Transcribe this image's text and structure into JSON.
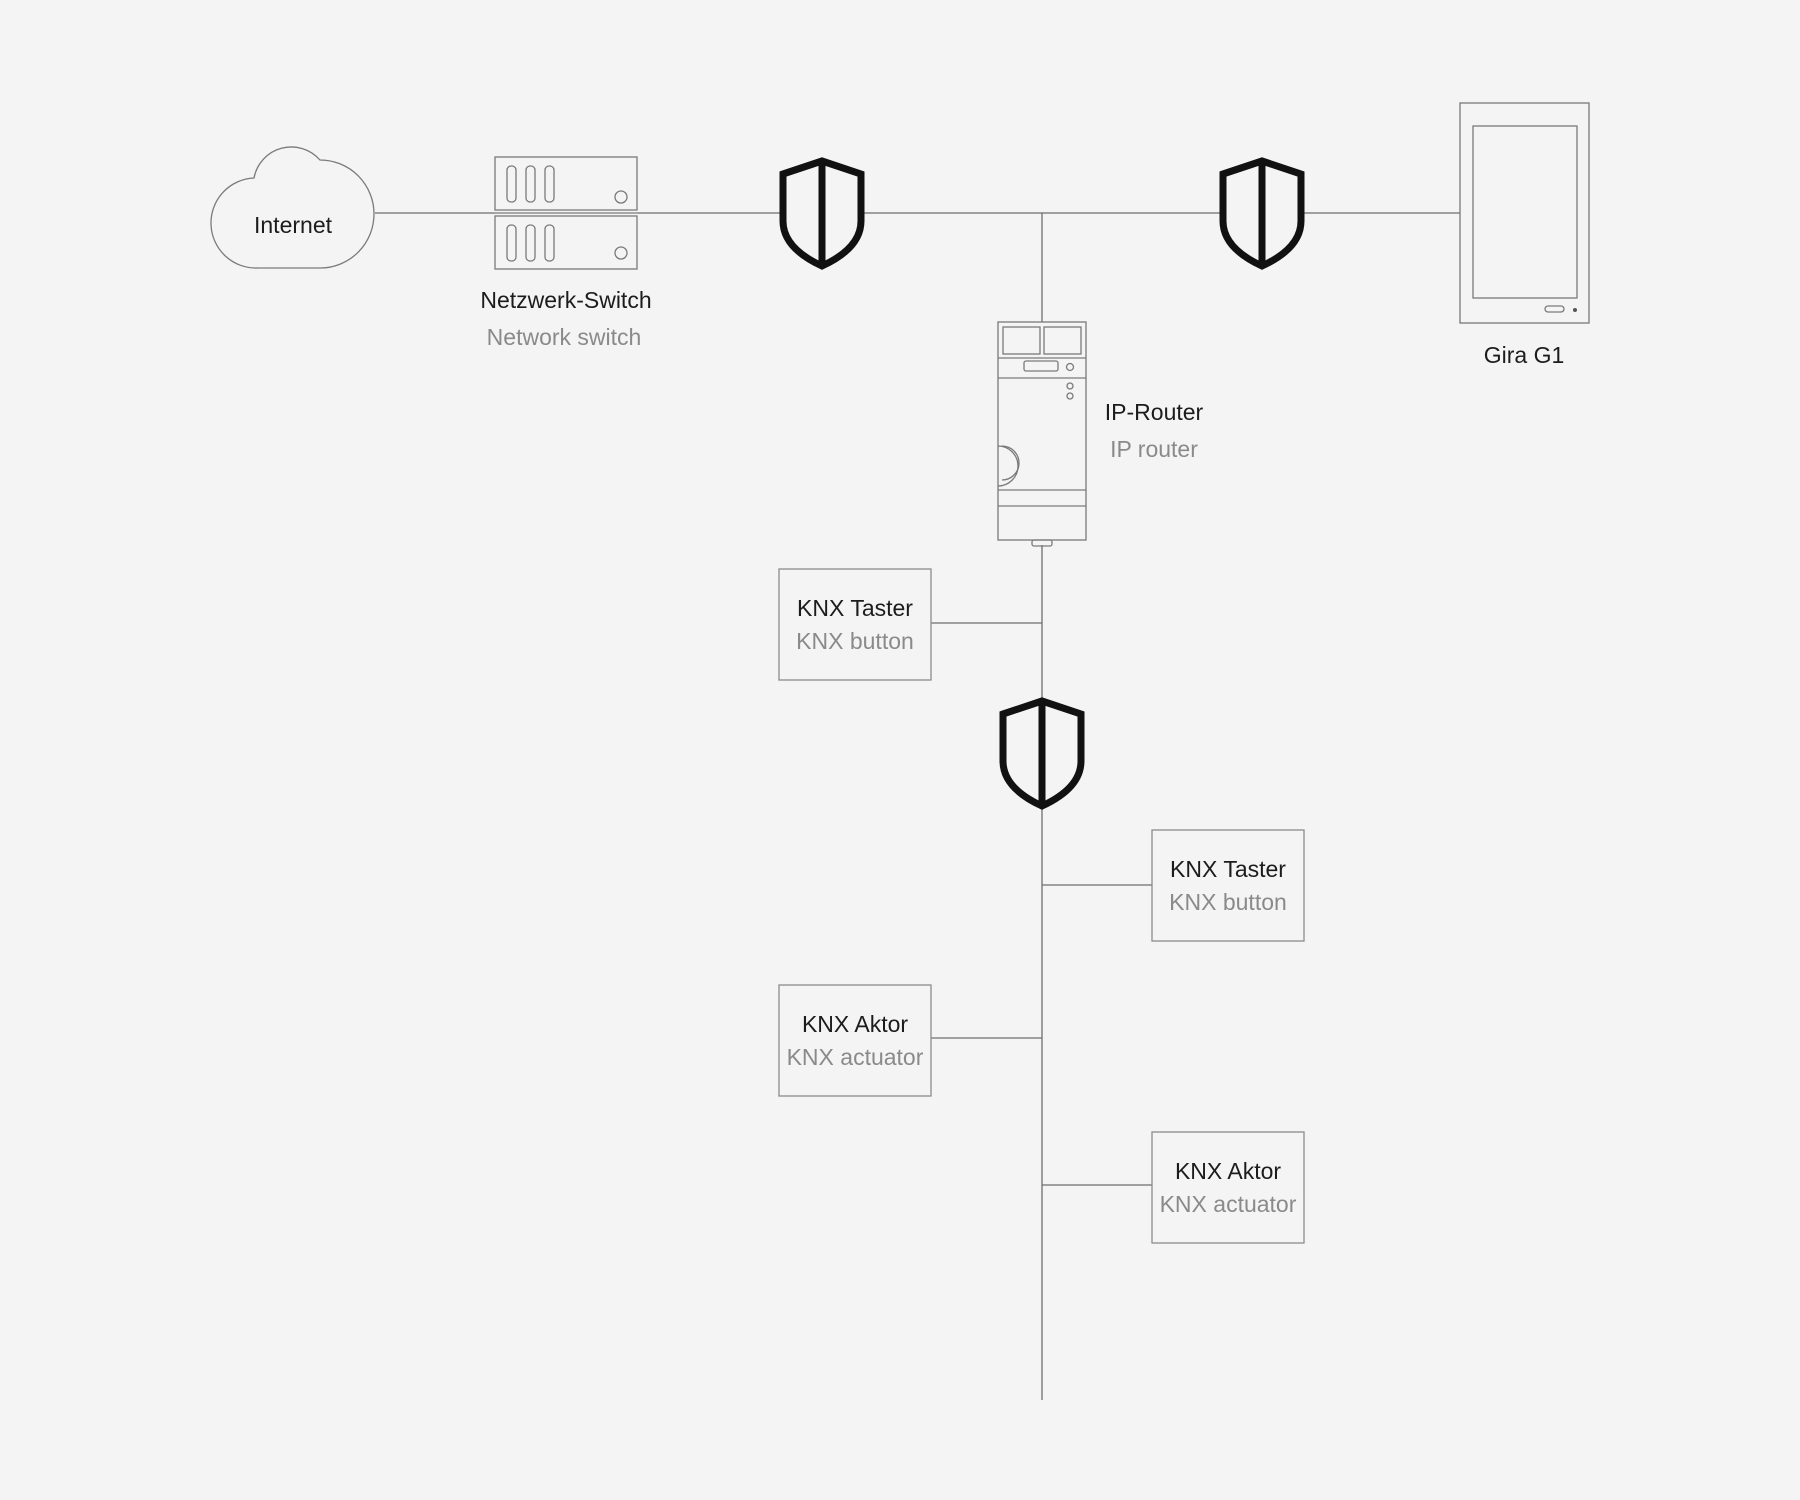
{
  "nodes": {
    "internet": {
      "label": "Internet"
    },
    "network_switch": {
      "label": "Netzwerk-Switch",
      "sublabel": "Network switch"
    },
    "gira_g1": {
      "label": "Gira G1"
    },
    "ip_router": {
      "label": "IP-Router",
      "sublabel": "IP router"
    },
    "knx_button_1": {
      "label": "KNX Taster",
      "sublabel": "KNX button"
    },
    "knx_button_2": {
      "label": "KNX Taster",
      "sublabel": "KNX button"
    },
    "knx_actuator_1": {
      "label": "KNX Aktor",
      "sublabel": "KNX actuator"
    },
    "knx_actuator_2": {
      "label": "KNX Aktor",
      "sublabel": "KNX actuator"
    }
  },
  "icons": {
    "shield": "shield-icon",
    "cloud": "cloud-icon",
    "switch": "server-rack-icon",
    "router": "din-rail-router-icon",
    "tablet": "tablet-icon"
  },
  "colors": {
    "background": "#f4f4f4",
    "line": "#6e6e6e",
    "shield": "#111111",
    "primary_text": "#1c1c1c",
    "secondary_text": "#8a8a8a"
  }
}
